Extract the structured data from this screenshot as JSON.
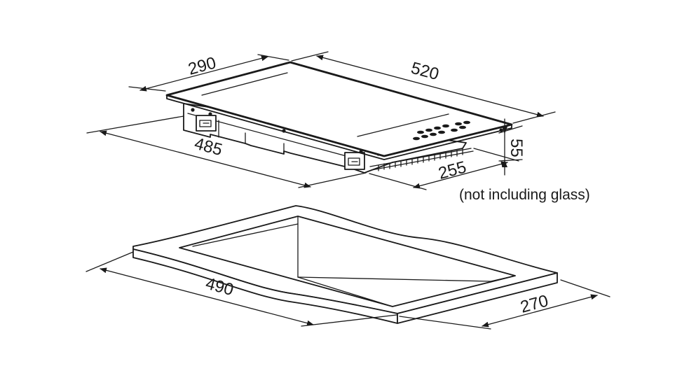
{
  "dimensions": {
    "top_depth": "290",
    "top_width": "520",
    "body_width": "485",
    "body_depth": "255",
    "height": "55",
    "cutout_width": "490",
    "cutout_depth": "270"
  },
  "note": "(not including glass)",
  "colors": {
    "line": "#1a1a1a",
    "background": "#ffffff"
  }
}
